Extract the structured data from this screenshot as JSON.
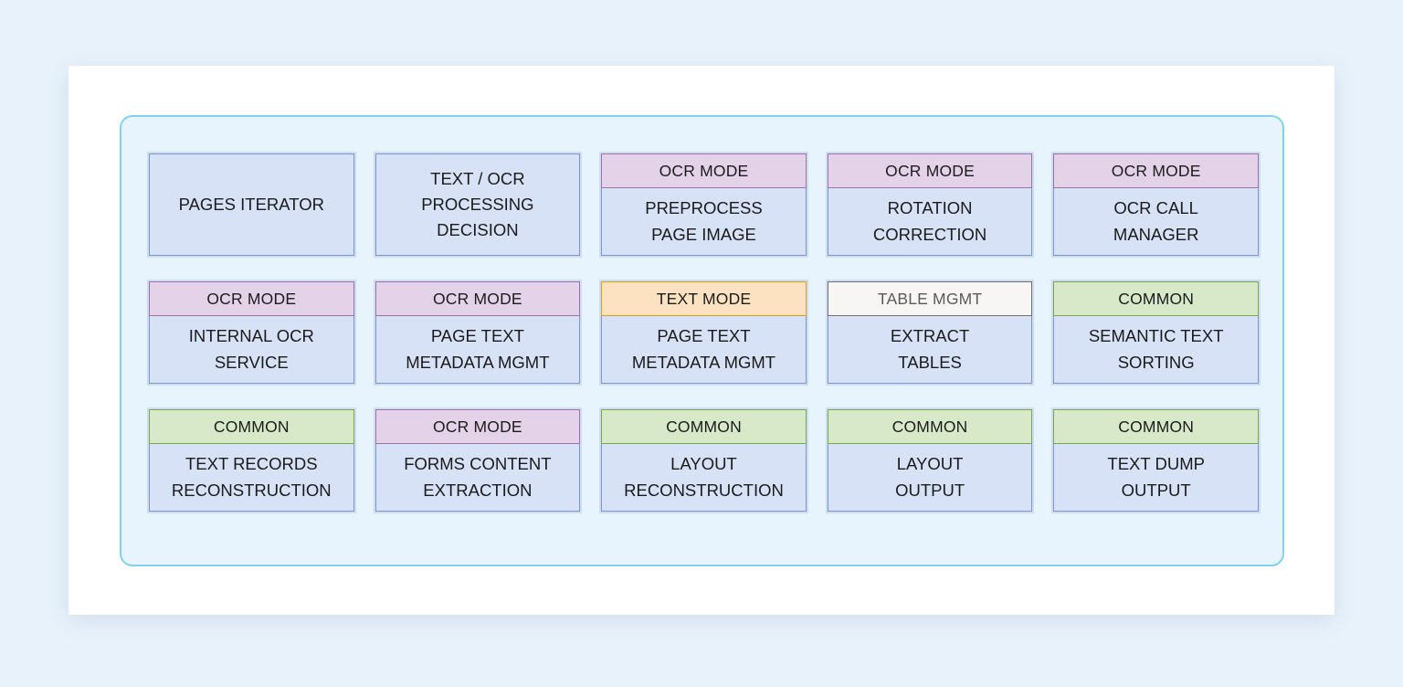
{
  "diagram": {
    "type": "block-diagram",
    "title": "",
    "colors": {
      "page_background": "#e8f2fb",
      "card_background": "#ffffff",
      "frame_background": "#e7f4fd",
      "frame_border": "#81d2f2",
      "body_fill": "#d7e2f6",
      "body_border": "#7e97c9",
      "header_ocr_fill": "#e4d2e9",
      "header_ocr_border": "#9c72a8",
      "header_text_fill": "#fce2c0",
      "header_text_border": "#e0a015",
      "header_table_fill": "#f7f6f4",
      "header_table_border": "#6f6f6f",
      "header_common_fill": "#d7e9c9",
      "header_common_border": "#78a94d"
    },
    "grid": {
      "rows": 3,
      "columns": 5
    },
    "modules": [
      {
        "header": null,
        "header_style": "none",
        "body": [
          "PAGES ITERATOR"
        ]
      },
      {
        "header": null,
        "header_style": "none",
        "body": [
          "TEXT / OCR",
          "PROCESSING",
          "DECISION"
        ]
      },
      {
        "header": "OCR MODE",
        "header_style": "ocr",
        "body": [
          "PREPROCESS",
          "PAGE IMAGE"
        ]
      },
      {
        "header": "OCR MODE",
        "header_style": "ocr",
        "body": [
          "ROTATION",
          "CORRECTION"
        ]
      },
      {
        "header": "OCR MODE",
        "header_style": "ocr",
        "body": [
          "OCR CALL",
          "MANAGER"
        ]
      },
      {
        "header": "OCR MODE",
        "header_style": "ocr",
        "body": [
          "INTERNAL OCR",
          "SERVICE"
        ]
      },
      {
        "header": "OCR MODE",
        "header_style": "ocr",
        "body": [
          "PAGE TEXT",
          "METADATA MGMT"
        ]
      },
      {
        "header": "TEXT MODE",
        "header_style": "text",
        "body": [
          "PAGE TEXT",
          "METADATA MGMT"
        ]
      },
      {
        "header": "TABLE MGMT",
        "header_style": "table",
        "body": [
          "EXTRACT",
          "TABLES"
        ]
      },
      {
        "header": "COMMON",
        "header_style": "common",
        "body": [
          "SEMANTIC TEXT",
          "SORTING"
        ]
      },
      {
        "header": "COMMON",
        "header_style": "common",
        "body": [
          "TEXT RECORDS",
          "RECONSTRUCTION"
        ]
      },
      {
        "header": "OCR MODE",
        "header_style": "ocr",
        "body": [
          "FORMS CONTENT",
          "EXTRACTION"
        ]
      },
      {
        "header": "COMMON",
        "header_style": "common",
        "body": [
          "LAYOUT",
          "RECONSTRUCTION"
        ]
      },
      {
        "header": "COMMON",
        "header_style": "common",
        "body": [
          "LAYOUT",
          "OUTPUT"
        ]
      },
      {
        "header": "COMMON",
        "header_style": "common",
        "body": [
          "TEXT DUMP",
          "OUTPUT"
        ]
      }
    ]
  }
}
